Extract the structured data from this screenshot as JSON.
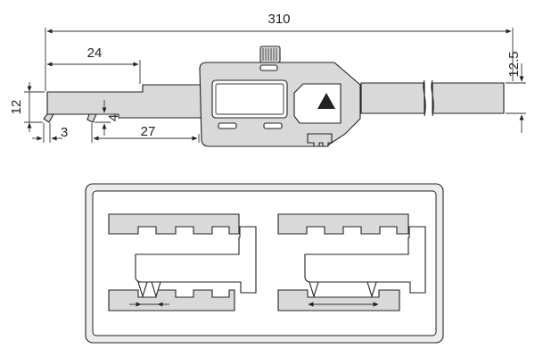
{
  "dimensions": {
    "overall_length": "310",
    "jaw_length": "24",
    "body_height": "12.5",
    "beam_height": "12",
    "tip_width": "3",
    "tip_height": "4",
    "jaw_span": "27"
  },
  "colors": {
    "part_fill": "#d9d9d9",
    "panel_fill": "#ececec",
    "line": "#222222"
  },
  "icons": {
    "display_button": "triangle-up-icon"
  }
}
